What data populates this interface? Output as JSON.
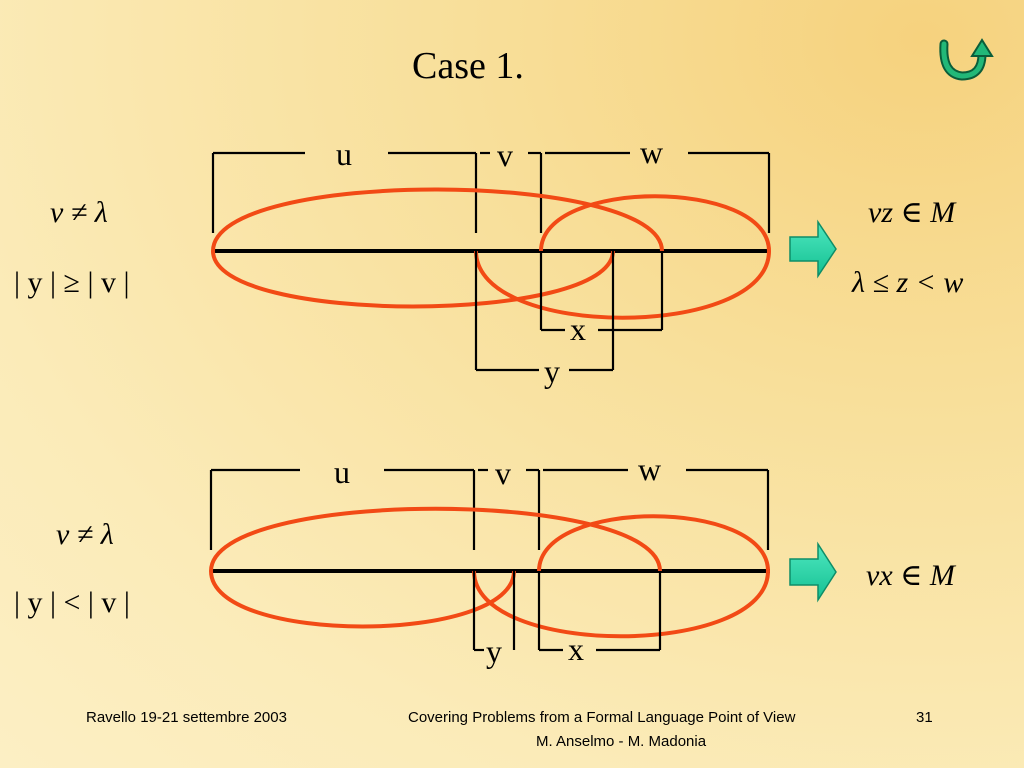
{
  "title": "Case 1.",
  "case_top": {
    "segment_labels": {
      "u": "u",
      "v": "v",
      "w": "w",
      "x": "x",
      "y": "y"
    },
    "cond_1": "v ≠ λ",
    "cond_2": "| y | ≥ | v |",
    "result_1": "vz ∈ M",
    "result_2": "λ ≤ z < w"
  },
  "case_bottom": {
    "segment_labels": {
      "u": "u",
      "v": "v",
      "w": "w",
      "x": "x",
      "y": "y"
    },
    "cond_1": "v ≠ λ",
    "cond_2": "| y | < | v |",
    "result_1": "vx ∈ M"
  },
  "footer": {
    "left": "Ravello 19-21 settembre 2003",
    "center_line1": "Covering Problems from a Formal Language Point of View",
    "center_line2": "M. Anselmo - M. Madonia",
    "page_number": "31"
  },
  "colors": {
    "ellipse": "#f24a15",
    "arrow_fill": "#1fd6a6",
    "nav_icon": "#19a56e"
  }
}
